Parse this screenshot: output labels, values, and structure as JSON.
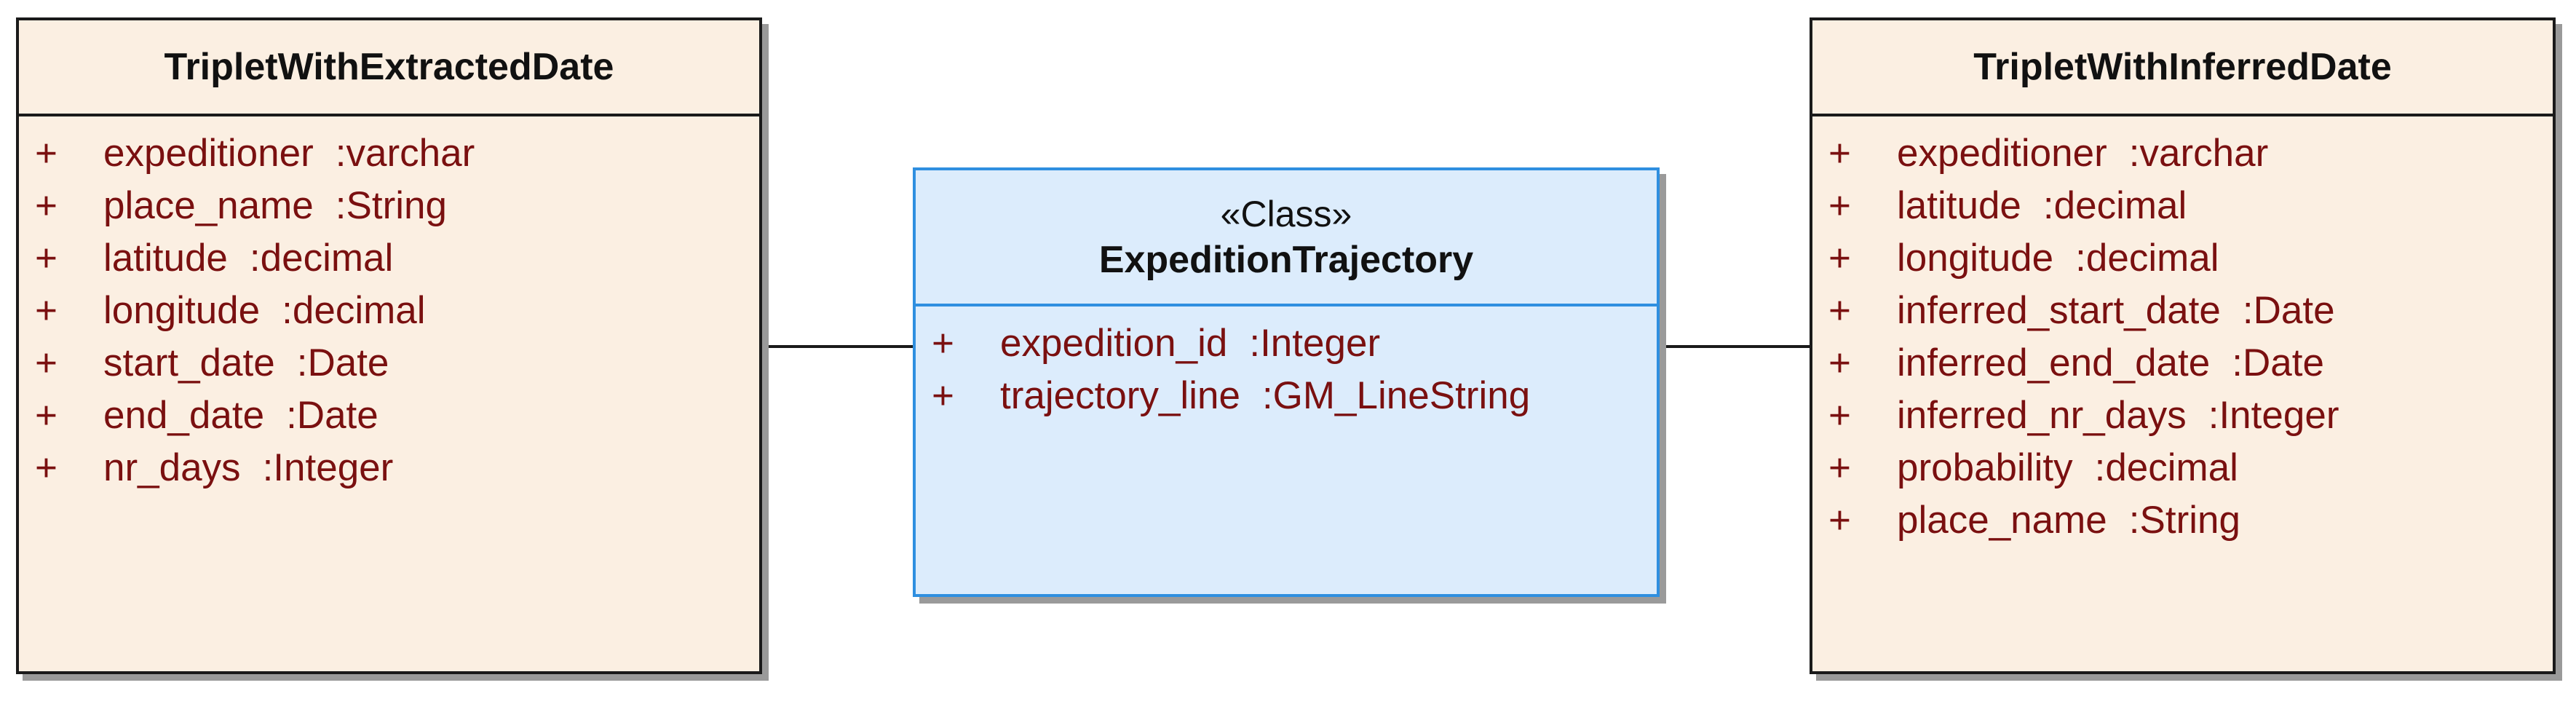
{
  "classes": {
    "extracted": {
      "name": "TripletWithExtractedDate",
      "attributes": [
        {
          "visibility": "+",
          "name": "expeditioner",
          "type": ":varchar"
        },
        {
          "visibility": "+",
          "name": "place_name",
          "type": ":String"
        },
        {
          "visibility": "+",
          "name": "latitude",
          "type": ":decimal"
        },
        {
          "visibility": "+",
          "name": "longitude",
          "type": ":decimal"
        },
        {
          "visibility": "+",
          "name": "start_date",
          "type": ":Date"
        },
        {
          "visibility": "+",
          "name": "end_date",
          "type": ":Date"
        },
        {
          "visibility": "+",
          "name": "nr_days",
          "type": ":Integer"
        }
      ]
    },
    "trajectory": {
      "stereotype": "«Class»",
      "name": "ExpeditionTrajectory",
      "attributes": [
        {
          "visibility": "+",
          "name": "expedition_id",
          "type": ":Integer"
        },
        {
          "visibility": "+",
          "name": "trajectory_line",
          "type": ":GM_LineString"
        }
      ]
    },
    "inferred": {
      "name": "TripletWithInferredDate",
      "attributes": [
        {
          "visibility": "+",
          "name": "expeditioner",
          "type": ":varchar"
        },
        {
          "visibility": "+",
          "name": "latitude",
          "type": ":decimal"
        },
        {
          "visibility": "+",
          "name": "longitude",
          "type": ":decimal"
        },
        {
          "visibility": "+",
          "name": "inferred_start_date",
          "type": ":Date"
        },
        {
          "visibility": "+",
          "name": "inferred_end_date",
          "type": ":Date"
        },
        {
          "visibility": "+",
          "name": "inferred_nr_days",
          "type": ":Integer"
        },
        {
          "visibility": "+",
          "name": "probability",
          "type": ":decimal"
        },
        {
          "visibility": "+",
          "name": "place_name",
          "type": ":String"
        }
      ]
    }
  },
  "colors": {
    "beige_fill": "#fbefe2",
    "blue_fill": "#dcecfc",
    "blue_border": "#2f8fe0",
    "attribute_text": "#7a1010"
  }
}
